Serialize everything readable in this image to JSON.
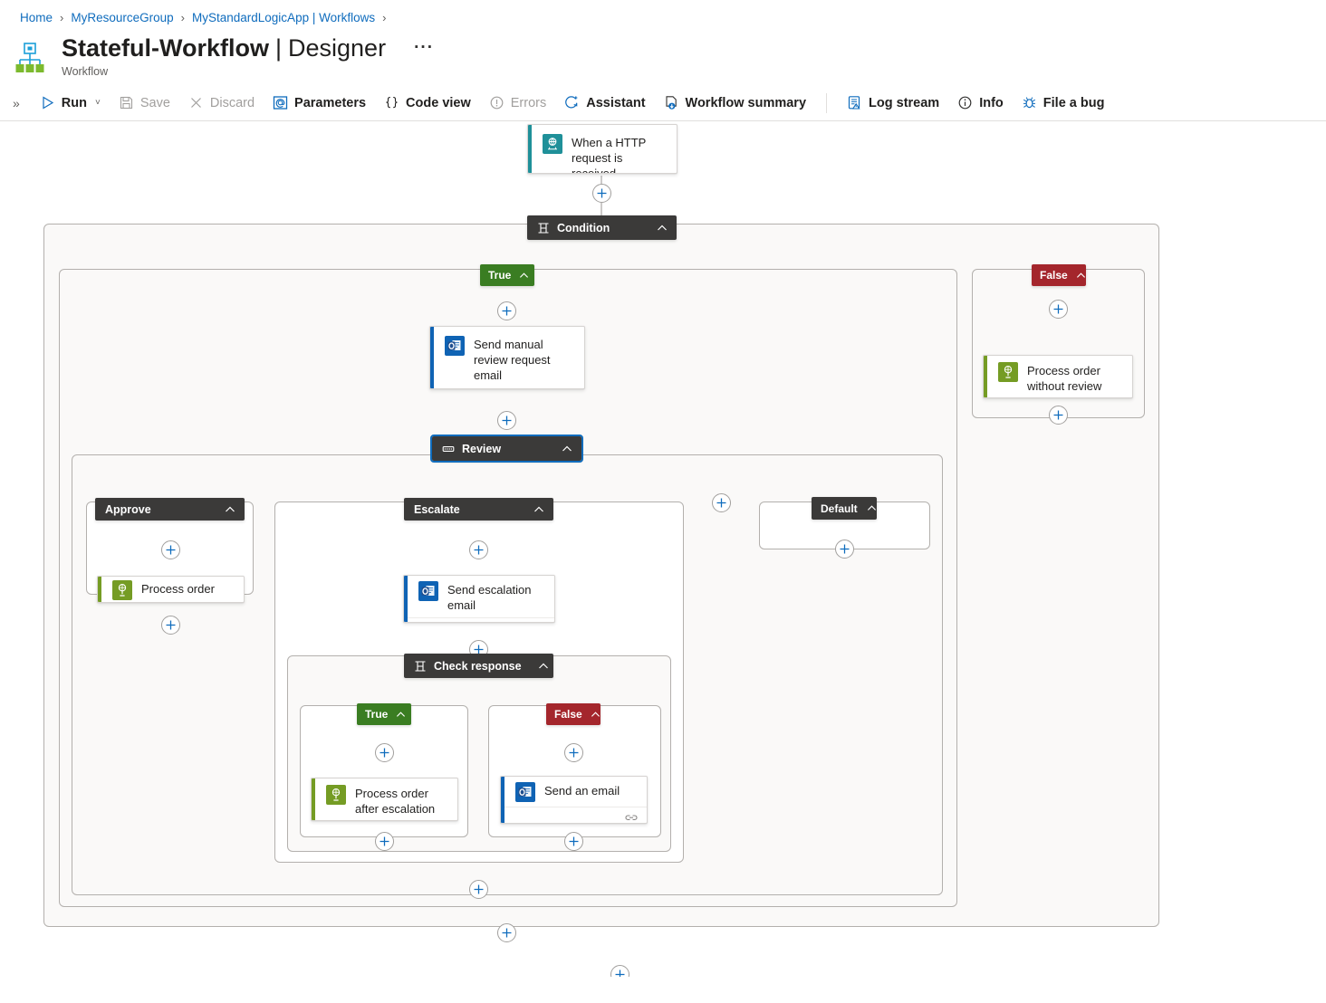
{
  "breadcrumb": {
    "items": [
      "Home",
      "MyResourceGroup",
      "MyStandardLogicApp | Workflows"
    ],
    "separator": "›"
  },
  "header": {
    "title_name": "Stateful-Workflow",
    "title_pipe": "|",
    "title_section": "Designer",
    "ellipsis": "···",
    "subtitle": "Workflow",
    "icon": "logic-app-workflow-icon"
  },
  "toolbar": {
    "expand_chevron": "»",
    "items": [
      {
        "label": "Run",
        "icon": "play-icon",
        "disabled": false,
        "caret": true
      },
      {
        "label": "Save",
        "icon": "save-disk-icon",
        "disabled": true,
        "caret": false
      },
      {
        "label": "Discard",
        "icon": "close-x-icon",
        "disabled": true,
        "caret": false
      },
      {
        "label": "Parameters",
        "icon": "at-bracket-icon",
        "disabled": false,
        "caret": false
      },
      {
        "label": "Code view",
        "icon": "curly-braces-icon",
        "disabled": false,
        "caret": false
      },
      {
        "label": "Errors",
        "icon": "error-circle-icon",
        "disabled": true,
        "caret": false
      },
      {
        "label": "Assistant",
        "icon": "assistant-spark-icon",
        "disabled": false,
        "caret": false
      },
      {
        "label": "Workflow summary",
        "icon": "workflow-summary-icon",
        "disabled": false,
        "caret": false
      }
    ],
    "items_right": [
      {
        "label": "Log stream",
        "icon": "log-stream-icon",
        "disabled": false
      },
      {
        "label": "Info",
        "icon": "info-circle-icon",
        "disabled": false
      },
      {
        "label": "File a bug",
        "icon": "bug-icon",
        "disabled": false
      }
    ]
  },
  "colors": {
    "accent_blue": "#0f6cbd",
    "header_dark": "#3b3a39",
    "true_green": "#3a7d22",
    "false_red": "#a4262c",
    "outlook_blue": "#0f63b4",
    "control_green": "#759c24",
    "request_teal": "#1f9099",
    "scope_border": "#b3b0ad",
    "scope_fill": "#faf9f8"
  },
  "canvas": {
    "trigger": {
      "label": "When a HTTP request is received",
      "icon": "http-request-icon",
      "accent": "#1f9099",
      "has_footer": false
    },
    "condition": {
      "label": "Condition",
      "icon": "condition-icon",
      "chevron": "collapse-chevron-icon",
      "selected": false,
      "branches": [
        {
          "label": "True",
          "kind": "true"
        },
        {
          "label": "False",
          "kind": "false"
        }
      ]
    },
    "actions": {
      "send_manual_review": {
        "label": "Send manual review request email",
        "icon": "outlook-icon",
        "accent": "#0f63b4",
        "has_footer": true,
        "footer_icon": "connection-link-icon"
      },
      "process_order_without_review": {
        "label": "Process order without review",
        "icon": "control-icon",
        "accent": "#759c24",
        "has_footer": false
      },
      "process_order": {
        "label": "Process order",
        "icon": "control-icon",
        "accent": "#759c24",
        "has_footer": false
      },
      "send_escalation_email": {
        "label": "Send escalation email",
        "icon": "outlook-icon",
        "accent": "#0f63b4",
        "has_footer": true,
        "footer_icon": "connection-link-icon"
      },
      "process_order_after_escalation": {
        "label": "Process order after escalation",
        "icon": "control-icon",
        "accent": "#759c24",
        "has_footer": false
      },
      "send_an_email": {
        "label": "Send an email",
        "icon": "outlook-icon",
        "accent": "#0f63b4",
        "has_footer": true,
        "footer_icon": "connection-link-icon"
      }
    },
    "switch": {
      "label": "Review",
      "icon": "switch-icon",
      "selected": true,
      "cases": [
        {
          "label": "Approve"
        },
        {
          "label": "Escalate"
        },
        {
          "label": "Default"
        }
      ]
    },
    "inner_condition": {
      "label": "Check response",
      "icon": "condition-icon",
      "branches": [
        {
          "label": "True",
          "kind": "true"
        },
        {
          "label": "False",
          "kind": "false"
        }
      ]
    },
    "add_button_label": "+"
  }
}
